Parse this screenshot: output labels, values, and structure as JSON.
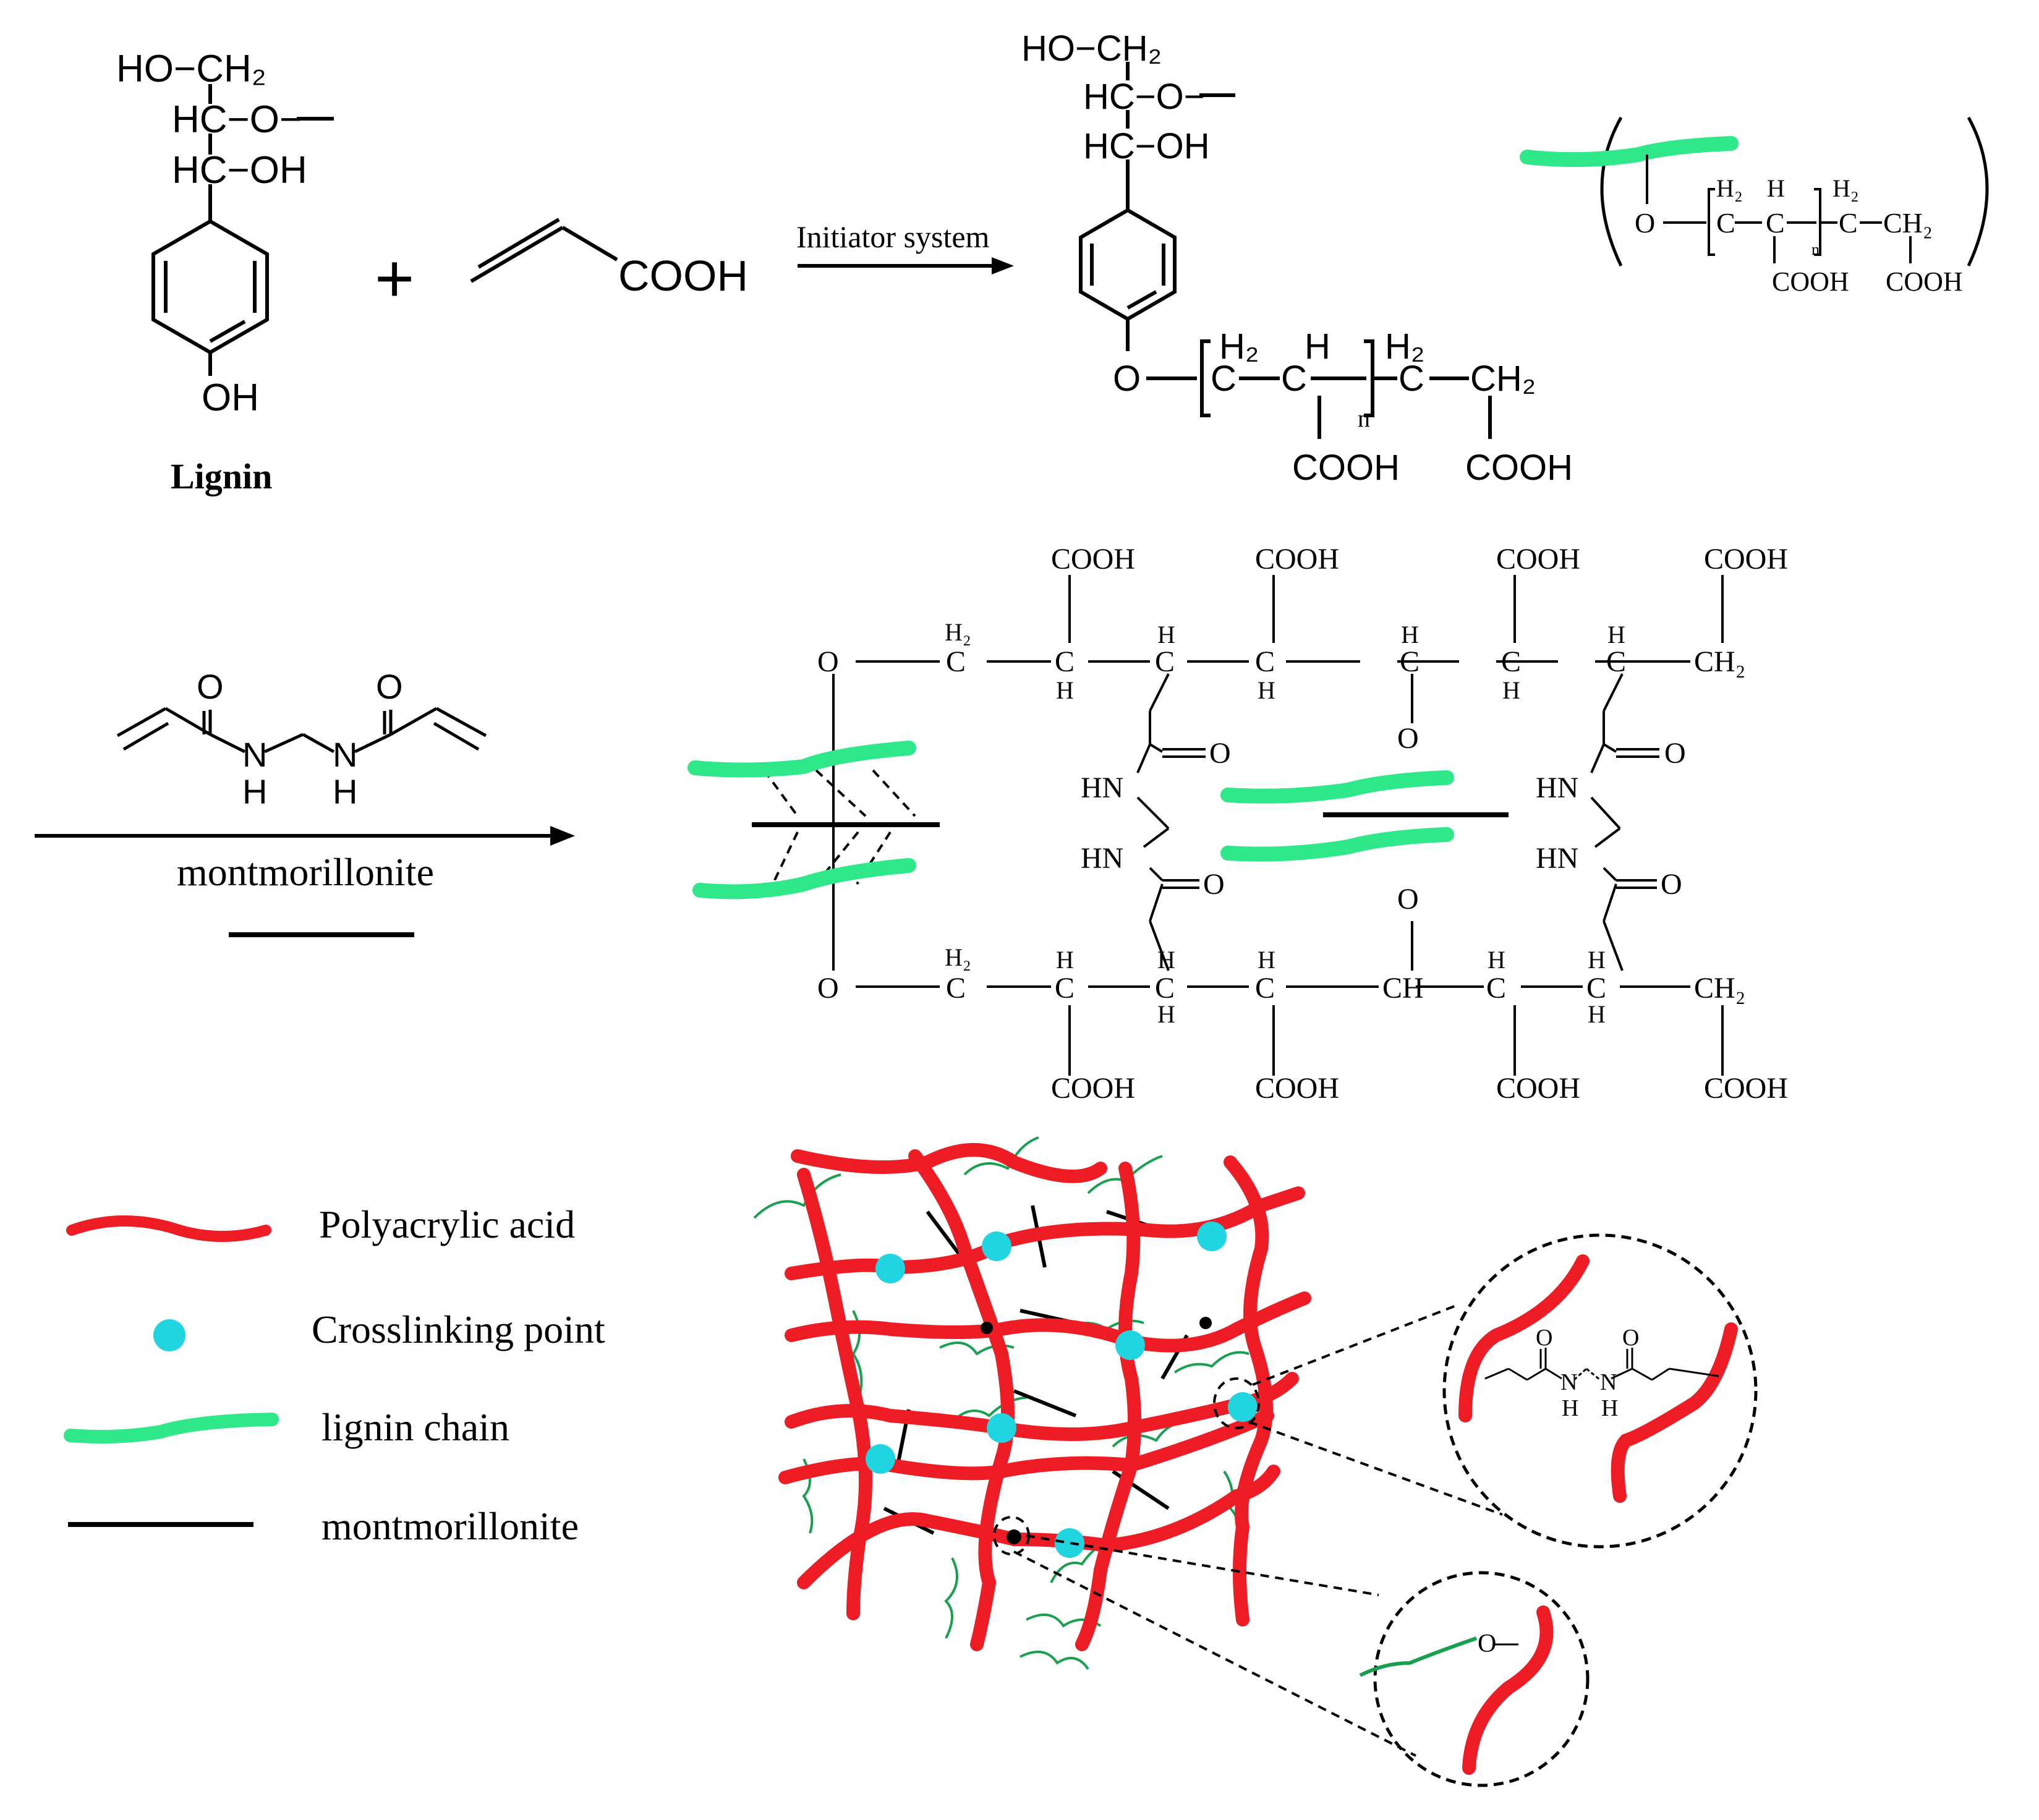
{
  "top": {
    "lignin_groups": [
      "HO−CH₂",
      "HC−O−",
      "HC−OH",
      "OH"
    ],
    "lignin_label": "Lignin",
    "plus": "+",
    "acid_group": "COOH",
    "arrow_label": "Initiator system",
    "product_groups": [
      "HO−CH₂",
      "HC−O−",
      "HC−OH"
    ],
    "chain_atoms": [
      "O",
      "C",
      "C",
      "C",
      "CH₂"
    ],
    "chain_h2": "H₂",
    "chain_h": "H",
    "chain_n": "n",
    "chain_cooh": "COOH",
    "schematic_atoms": [
      "O",
      "C",
      "C",
      "C",
      "CH₂"
    ]
  },
  "middle": {
    "crosslinker_atoms": [
      "O",
      "O",
      "N",
      "H",
      "N",
      "H"
    ],
    "arrow_label": "montmorillonite",
    "cooh": "COOH",
    "o": "O",
    "c": "C",
    "h": "H",
    "h2": "H₂",
    "ch": "CH",
    "ch2": "CH₂",
    "hn": "HN"
  },
  "legend": {
    "items": [
      {
        "label": "Polyacrylic acid",
        "color": "#ee1c24"
      },
      {
        "label": "Crosslinking point",
        "color": "#20d4e0"
      },
      {
        "label": "lignin chain",
        "color": "#2ee88a"
      },
      {
        "label": "montmorillonite",
        "color": "#000000"
      }
    ]
  },
  "zoom": {
    "amide_atoms": [
      "O",
      "O",
      "N",
      "H",
      "N",
      "H"
    ],
    "ether_atom": "O"
  },
  "colors": {
    "pam": "#ee1c24",
    "crosslink": "#20d4e0",
    "lignin": "#2ee88a",
    "lignin_dark": "#18a050",
    "ink": "#000000"
  }
}
